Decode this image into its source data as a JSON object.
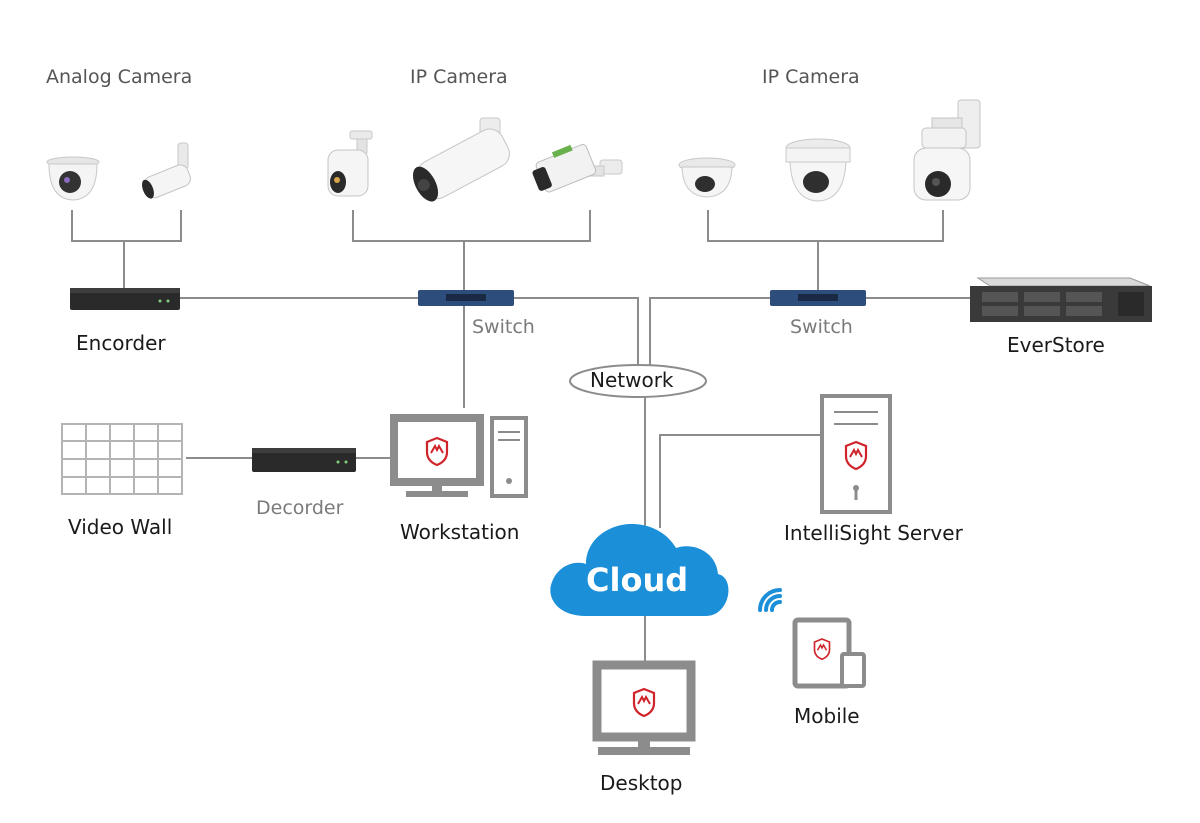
{
  "groups": {
    "analog_camera": "Analog Camera",
    "ip_camera_left": "IP Camera",
    "ip_camera_right": "IP Camera"
  },
  "devices": {
    "encorder": "Encorder",
    "switch_left": "Switch",
    "switch_right": "Switch",
    "everstore": "EverStore",
    "network": "Network",
    "video_wall": "Video Wall",
    "decorder": "Decorder",
    "workstation": "Workstation",
    "intellisight_server": "IntelliSight Server",
    "cloud": "Cloud",
    "mobile": "Mobile",
    "desktop": "Desktop"
  },
  "colors": {
    "line": "#8c8c8c",
    "cloud": "#1b8fd8",
    "brand": "#d0242b",
    "outline": "#9a9a9a",
    "device_dark": "#2a2a2a",
    "switch_blue": "#2d4d7c",
    "wifi": "#1b8fd8"
  },
  "icons": {
    "wifi": "wifi-icon",
    "brand": "shield-logo-icon"
  }
}
